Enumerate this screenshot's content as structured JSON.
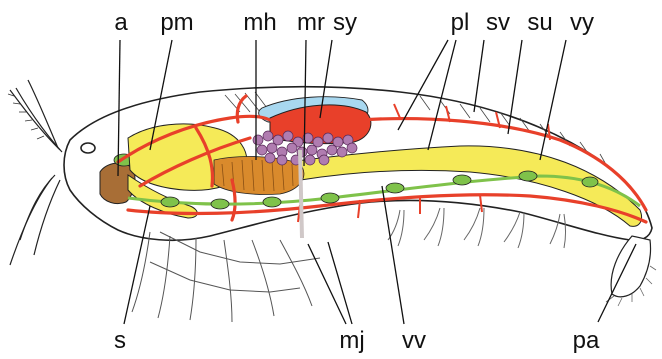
{
  "labels": {
    "a": "a",
    "pm": "pm",
    "mh": "mh",
    "mr": "mr",
    "sy": "sy",
    "pl": "pl",
    "sv": "sv",
    "su": "su",
    "vy": "vy",
    "s": "s",
    "mj": "mj",
    "vv": "vv",
    "pa": "pa"
  },
  "colors": {
    "outline": "#222222",
    "red_vessels": "#e8402a",
    "yellow_gland": "#f5ea58",
    "green_nerve": "#7fc24a",
    "blue_sinus": "#a8d8f0",
    "purple_ovary": "#b07cb0",
    "brown_body": "#a86e36",
    "orange_hepato": "#d98a2c",
    "leg_gray": "#888888"
  }
}
